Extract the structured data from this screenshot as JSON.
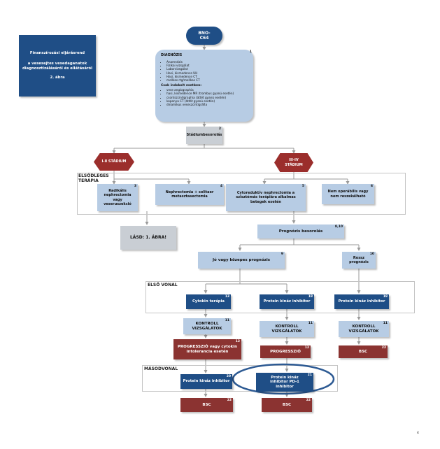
{
  "side_note": {
    "line1": "Finanszírozási eljárásrend",
    "line2": "a vesesejtes vesedaganatok diagnosztizálásáról és ellátásáról",
    "line3": "2. ábra"
  },
  "start": {
    "line1": "BNO-",
    "line2": "C64"
  },
  "diagnosis": {
    "title": "DIAGNÓZIS",
    "num": "1",
    "items": [
      "Anamnézis",
      "Fizikai vizsgálat",
      "Laborvizsgálat",
      "Hasi, kismedence UH",
      "Hasi, kismedence CT",
      "mellkas rtg/mellkas CT"
    ],
    "sub_title": "Csak indokolt esetben:",
    "sub_items": [
      "vese angiographia",
      "hasi, kismedence MR (trombus gyanú esetén)",
      "csontszcintigraphia (áttét gyanú esetén)",
      "koponya CT (áttét gyanú esetén)",
      "dinamikus veseszcintigráfia"
    ]
  },
  "staging": {
    "label": "Stádiumbesorolás",
    "num": "2"
  },
  "stage_early": {
    "label": "I-II STÁDIUM"
  },
  "stage_late": {
    "label": "III-IV STÁDIUM"
  },
  "first_therapy": {
    "label": "ELSŐDLEGES TERÁPIA",
    "boxes": [
      {
        "num": "3",
        "text": "Radikális nephrectomia vagy veseruszekció"
      },
      {
        "num": "4",
        "text": "Nephrectomia + solitaer metasztasectomia"
      },
      {
        "num": "5",
        "text": "Cytoreduktív nephrectomia a szisztémás terápiára alkalmas betegek esetén"
      },
      {
        "num": "6",
        "text": "Nem operábilis vagy nem reszekálható"
      }
    ]
  },
  "see_fig1": {
    "label": "LÁSD: 1. ÁBRA!"
  },
  "prognosis": {
    "label": "Prognózis besorolás",
    "num": "8,10"
  },
  "good_prognosis": {
    "label": "Jó vagy közepes prognózis",
    "num": "9"
  },
  "poor_prognosis": {
    "label": "Rossz prognózis",
    "num": "10"
  },
  "first_line": {
    "label": "ELSŐ VONAL",
    "col1": {
      "label": "Cytokin terápia",
      "num": "13"
    },
    "col2": {
      "label": "Protein kináz inhibitor",
      "num": "18"
    },
    "col3": {
      "label": "Protein kináz inhibitor",
      "num": "19"
    }
  },
  "controls": [
    {
      "label": "KONTROLL VIZSGÁLATOK",
      "num": "11"
    },
    {
      "label": "KONTROLL VIZSGÁLATOK",
      "num": "11"
    },
    {
      "label": "KONTROLL VIZSGÁLATOK",
      "num": "11"
    }
  ],
  "progression": [
    {
      "label": "PROGRESSZIÓ vagy cytokin intolerancia esetén",
      "num": "12"
    },
    {
      "label": "PROGRESSZIÓ",
      "num": "12"
    },
    {
      "label": "BSC",
      "num": "22"
    }
  ],
  "second_line": {
    "label": "MÁSODVONAL",
    "col1": {
      "label": "Protein kináz inhibitor",
      "num": "20"
    },
    "col2": {
      "label": "Protein kináz inhibitor PD-1 inhibitor",
      "num": "21"
    }
  },
  "bsc": [
    {
      "label": "BSC",
      "num": "22"
    },
    {
      "label": "BSC",
      "num": "22"
    }
  ],
  "page_number": "4",
  "colors": {
    "dark": "#1f4e86",
    "light": "#b7cce4",
    "red": "#8b3331",
    "grey": "#c9ced4",
    "hex": "#9b2e2c",
    "ellipse": "#2d5a93"
  }
}
